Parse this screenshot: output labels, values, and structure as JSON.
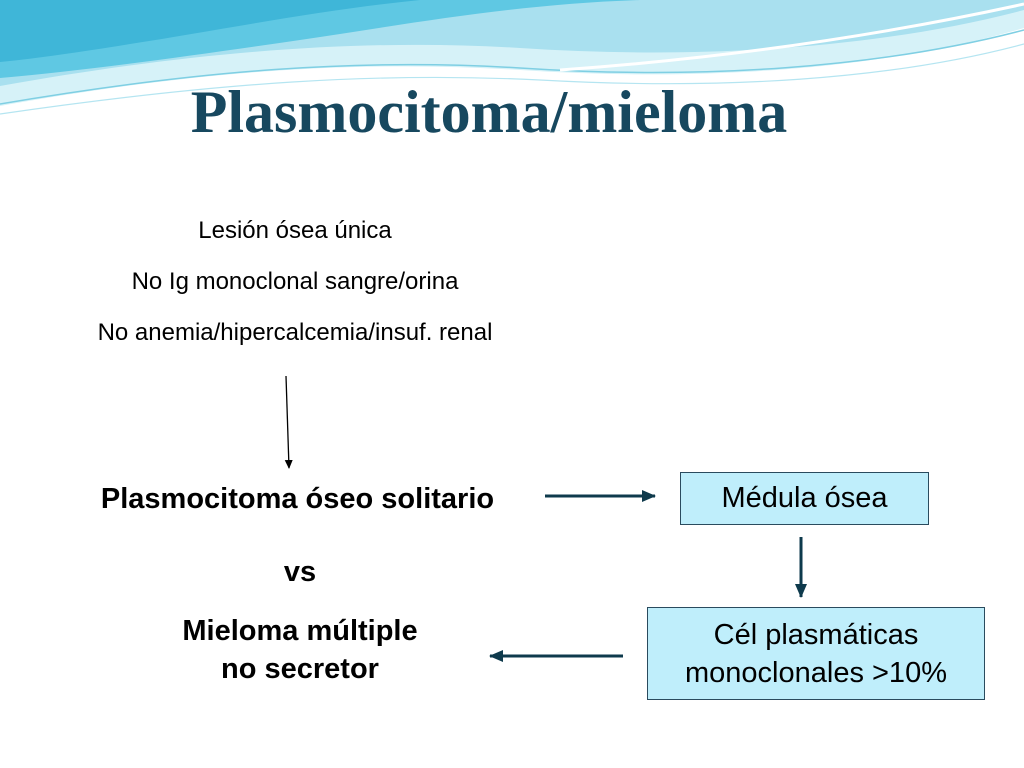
{
  "title": "Plasmocitoma/mieloma",
  "criteria": [
    "Lesión ósea única",
    "No  Ig monoclonal sangre/orina",
    "No anemia/hipercalcemia/insuf. renal"
  ],
  "nodes": {
    "solitary": "Plasmocitoma óseo solitario",
    "vs": "vs",
    "myeloma_line1": "Mieloma múltiple",
    "myeloma_line2": "no secretor",
    "marrow": "Médula ósea",
    "plasma_line1": "Cél plasmáticas",
    "plasma_line2": "monoclonales >10%"
  },
  "colors": {
    "title": "#17485f",
    "box_fill": "#bfeefb",
    "box_border": "#2a4b5e",
    "arrow_dark": "#0e3a4c"
  }
}
